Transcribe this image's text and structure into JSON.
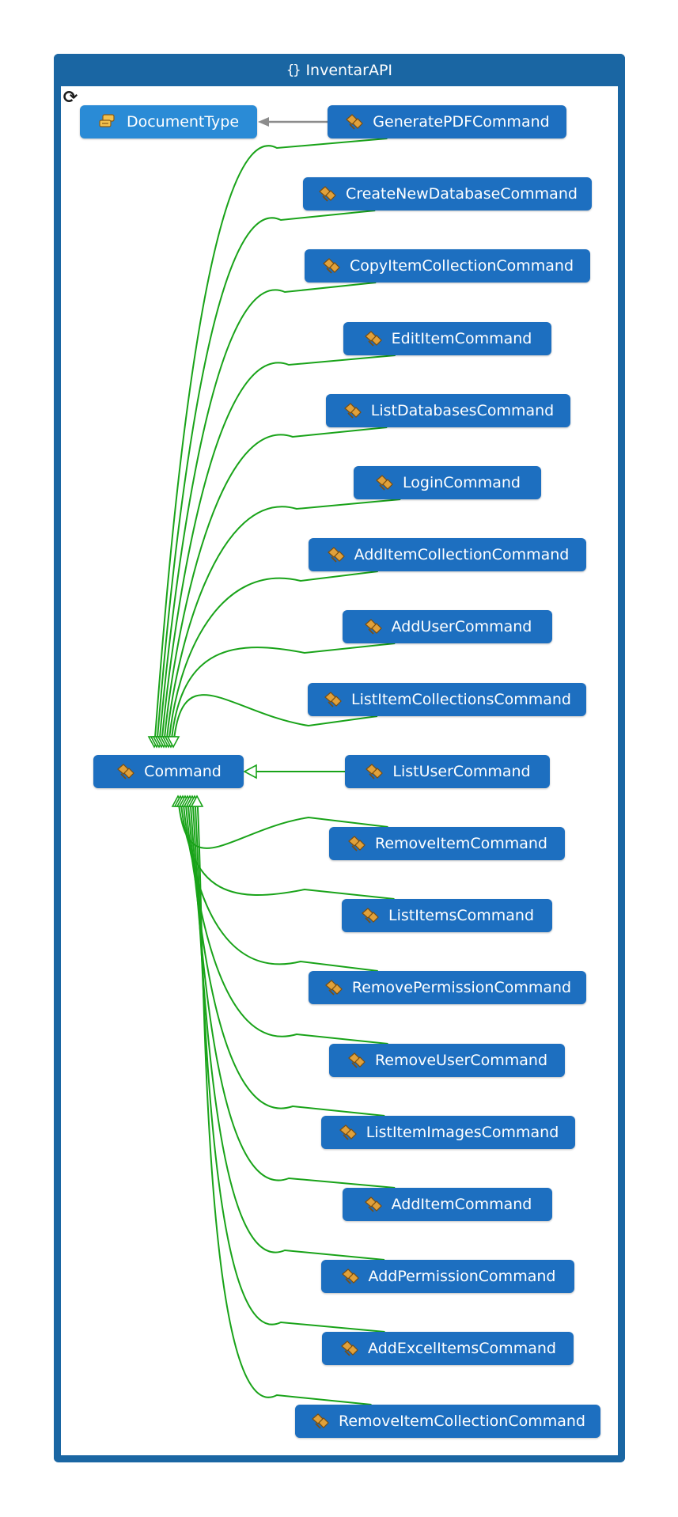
{
  "group": {
    "title": "InventarAPI",
    "icon": "namespace-icon"
  },
  "colors": {
    "frame": "#1a66a3",
    "node": "#1d6fc0",
    "enum_node": "#2a8bd6",
    "inheritance": "#19a319",
    "association": "#8c8c8c"
  },
  "enum": {
    "label": "DocumentType",
    "icon": "enum-icon"
  },
  "base": {
    "label": "Command",
    "icon": "class-icon"
  },
  "commands": [
    {
      "label": "GeneratePDFCommand"
    },
    {
      "label": "CreateNewDatabaseCommand"
    },
    {
      "label": "CopyItemCollectionCommand"
    },
    {
      "label": "EditItemCommand"
    },
    {
      "label": "ListDatabasesCommand"
    },
    {
      "label": "LoginCommand"
    },
    {
      "label": "AddItemCollectionCommand"
    },
    {
      "label": "AddUserCommand"
    },
    {
      "label": "ListItemCollectionsCommand"
    },
    {
      "label": "ListUserCommand"
    },
    {
      "label": "RemoveItemCommand"
    },
    {
      "label": "ListItemsCommand"
    },
    {
      "label": "RemovePermissionCommand"
    },
    {
      "label": "RemoveUserCommand"
    },
    {
      "label": "ListItemImagesCommand"
    },
    {
      "label": "AddItemCommand"
    },
    {
      "label": "AddPermissionCommand"
    },
    {
      "label": "AddExcelItemsCommand"
    },
    {
      "label": "RemoveItemCollectionCommand"
    }
  ]
}
